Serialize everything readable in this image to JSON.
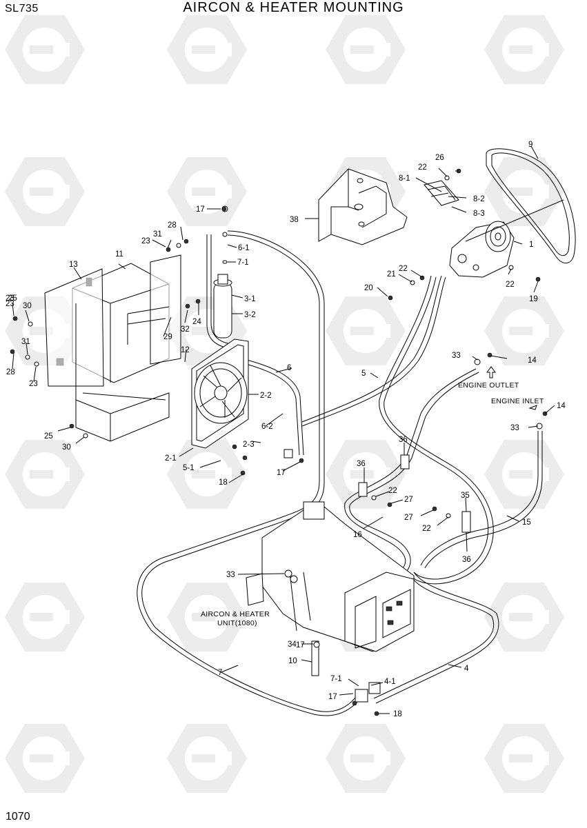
{
  "header": {
    "model": "SL735",
    "title": "AIRCON & HEATER MOUNTING"
  },
  "footer": {
    "page_number": "1070"
  },
  "watermark": {
    "icon": "hyundai-logo-icon",
    "color": "#ececec"
  },
  "notes": {
    "engine_outlet": "ENGINE OUTLET",
    "engine_inlet": "ENGINE INLET",
    "unit_line1": "AIRCON & HEATER",
    "unit_line2": "UNIT(1080)"
  },
  "callouts": [
    "1",
    "2-1",
    "2-2",
    "2-3",
    "3-1",
    "3-2",
    "4",
    "4-1",
    "5",
    "5-1",
    "6",
    "6-1",
    "6-2",
    "7",
    "7-1",
    "7-1",
    "8-1",
    "8-2",
    "8-3",
    "9",
    "10",
    "11",
    "12",
    "13",
    "14",
    "14",
    "15",
    "16",
    "17",
    "17",
    "17",
    "17",
    "18",
    "18",
    "19",
    "20",
    "21",
    "22",
    "22",
    "22",
    "22",
    "22",
    "23",
    "23",
    "23",
    "23",
    "24",
    "25",
    "25",
    "26",
    "27",
    "27",
    "28",
    "28",
    "29",
    "30",
    "30",
    "31",
    "31",
    "32",
    "33",
    "33",
    "33",
    "34",
    "35",
    "36",
    "36",
    "36",
    "38"
  ]
}
